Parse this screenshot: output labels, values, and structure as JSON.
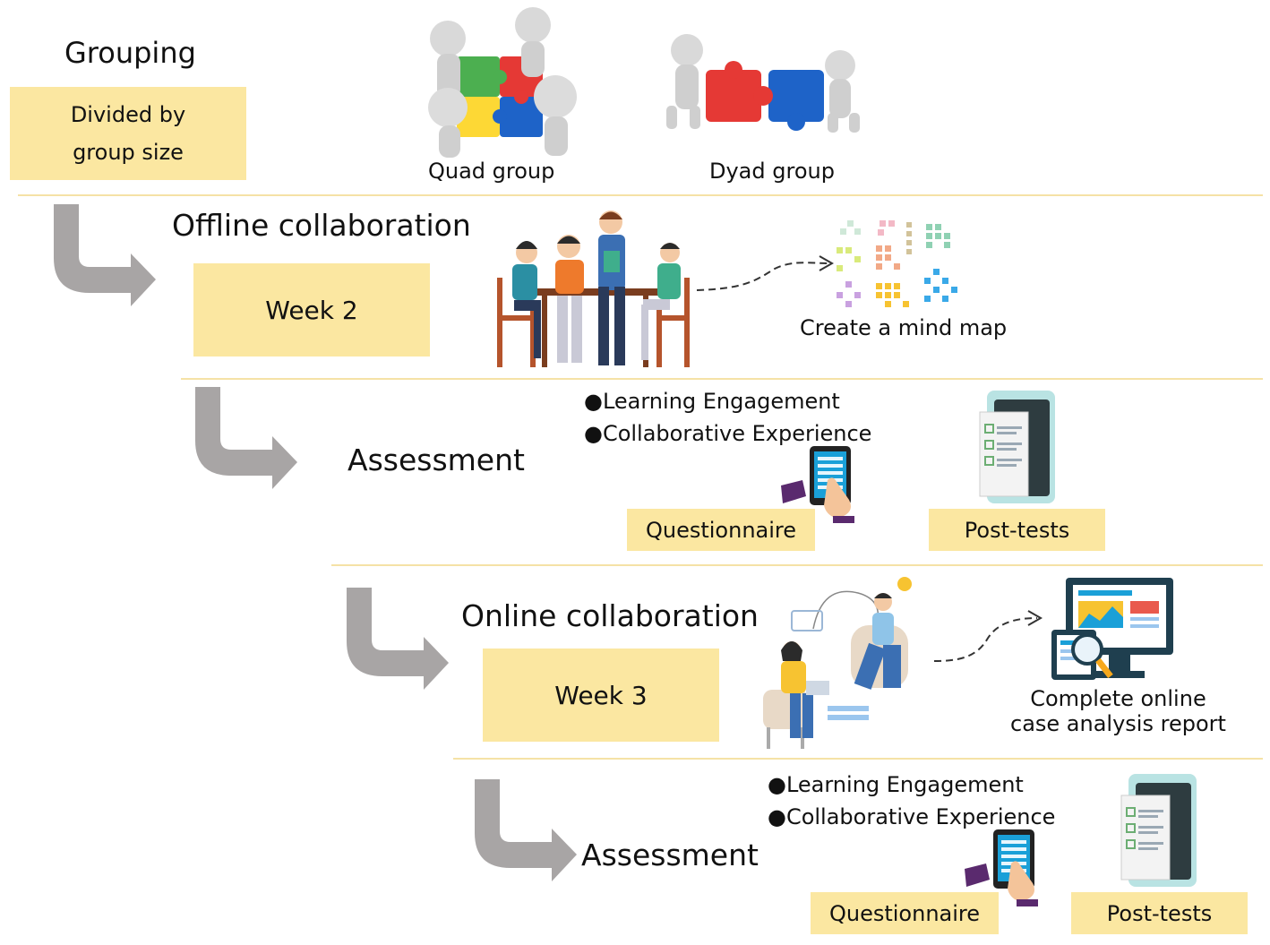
{
  "colors": {
    "box": "#fbe7a1",
    "divider": "#f5e2a6",
    "arrow": "#a8a5a5"
  },
  "grouping": {
    "title": "Grouping",
    "box_line1": "Divided by",
    "box_line2": "group size",
    "quad_label": "Quad group",
    "dyad_label": "Dyad group"
  },
  "offline": {
    "title": "Offline collaboration",
    "week": "Week 2",
    "mind_map_label": "Create a mind map"
  },
  "assessment1": {
    "title": "Assessment",
    "bullet1": "●Learning Engagement",
    "bullet2": "●Collaborative Experience",
    "questionnaire": "Questionnaire",
    "posttests": "Post-tests"
  },
  "online": {
    "title": "Online collaboration",
    "week": "Week 3",
    "report_line1": "Complete online",
    "report_line2": "case analysis report"
  },
  "assessment2": {
    "title": "Assessment",
    "bullet1": "●Learning Engagement",
    "bullet2": "●Collaborative Experience",
    "questionnaire": "Questionnaire",
    "posttests": "Post-tests"
  },
  "icons": [
    "puzzle-quad-icon",
    "puzzle-dyad-icon",
    "meeting-people-icon",
    "mind-map-icon",
    "tablet-hand-icon",
    "checklist-phone-icon",
    "remote-work-icon",
    "monitor-report-icon",
    "dashed-arrow-icon",
    "flow-arrow-icon"
  ]
}
